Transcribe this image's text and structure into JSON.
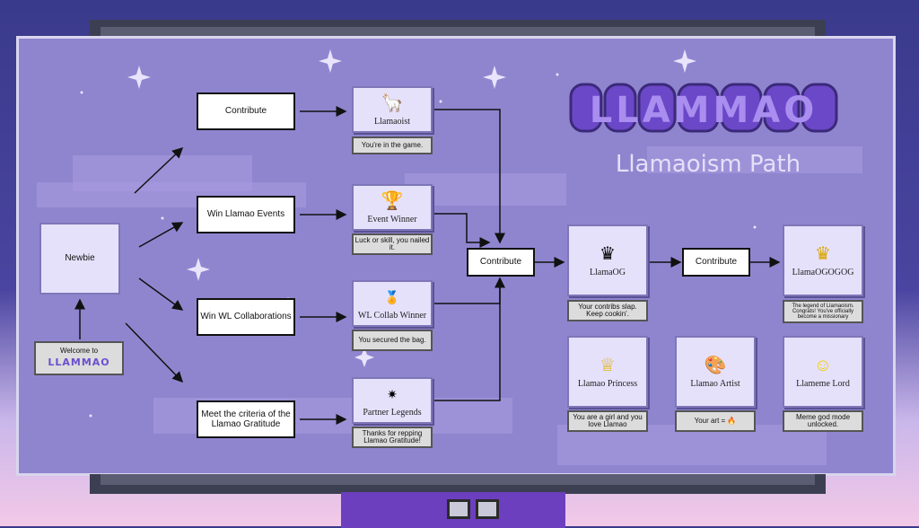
{
  "brand": {
    "logo": "LLAMMAO",
    "subtitle": "Llamaoism Path"
  },
  "start": {
    "label": "Newbie",
    "welcome_line1": "Welcome to",
    "welcome_line2": "LLAMMAO"
  },
  "actions": {
    "contribute": "Contribute",
    "events": "Win Llamao Events",
    "wl": "Win WL Collaborations",
    "gratitude": "Meet the criteria of the Llamao Gratitude"
  },
  "tier1": {
    "llamaoist": {
      "title": "Llamaoist",
      "desc": "You're in the game.",
      "icon": "llama-icon"
    },
    "event_winner": {
      "title": "Event Winner",
      "desc": "Luck or skill, you nailed it.",
      "icon": "trophy-icon"
    },
    "wl_winner": {
      "title": "WL Collab Winner",
      "desc": "You secured the bag.",
      "icon": "medal-icon"
    },
    "partner": {
      "title": "Partner Legends",
      "desc": "Thanks for repping Llamao Gratitude!",
      "icon": "sparkle-icon"
    }
  },
  "middle": {
    "contribute": "Contribute"
  },
  "tier2": {
    "llamaog": {
      "title": "LlamaOG",
      "desc": "Your contribs slap. Keep cookin'.",
      "icon": "crown-icon"
    },
    "contribute": "Contribute",
    "llamaogogog": {
      "title": "LlamaOGOGOG",
      "desc": "The legend of Llamaoism. Congrats! You've officially become a missionary",
      "icon": "gold-crown-icon"
    }
  },
  "specials": {
    "princess": {
      "title": "Llamao Princess",
      "desc": "You are a girl and you love Llamao",
      "icon": "tiara-icon"
    },
    "artist": {
      "title": "Llamao Artist",
      "desc": "Your art = 🔥",
      "icon": "palette-icon"
    },
    "meme": {
      "title": "Llameme Lord",
      "desc": "Meme god mode unlocked.",
      "icon": "smiley-icon"
    }
  },
  "colors": {
    "frame": "#8f85cf",
    "card": "#e6e1fb",
    "accent": "#6b4fcf"
  }
}
